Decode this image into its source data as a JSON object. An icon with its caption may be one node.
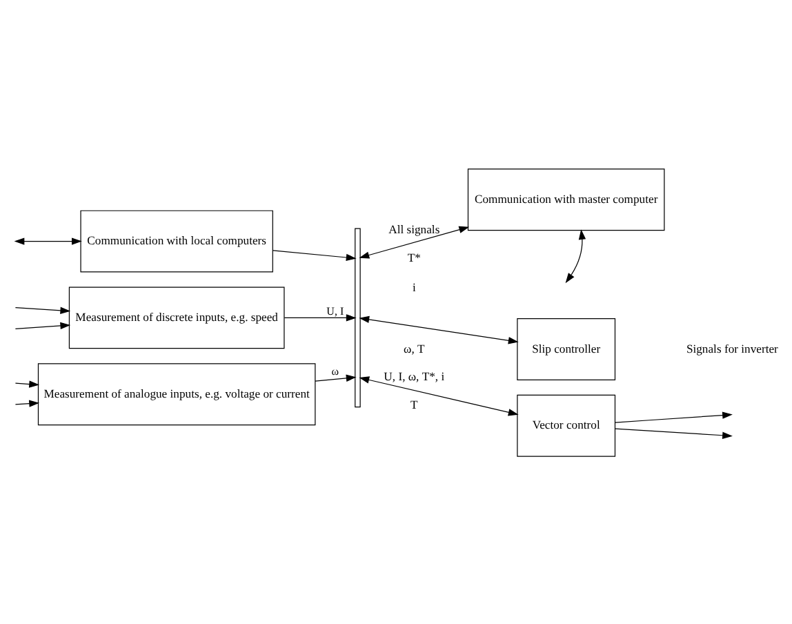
{
  "diagram": {
    "nodes": [
      {
        "text": [
          "Communication with local computers"
        ]
      },
      {
        "text": [],
        "shape": "bar"
      },
      {
        "text": [
          "Communication with master computer"
        ]
      },
      {
        "text": [
          "Measurement of discrete inputs, e.g. speed"
        ]
      },
      {
        "text": [
          "Slip controller"
        ]
      },
      {
        "text": [
          "Measurement of analogue inputs, e.g. voltage or current"
        ]
      },
      {
        "text": [
          "Vector control"
        ]
      }
    ],
    "edges": [
      {
        "from": null,
        "to": 0,
        "arrow": "both"
      },
      {
        "from": 0,
        "to": 1,
        "arrow": "to"
      },
      {
        "from": 1,
        "to": 2,
        "arrow": "both"
      },
      {
        "from": 2,
        "to": null,
        "arrow": "both"
      },
      {
        "from": null,
        "to": 3,
        "arrow": "to"
      },
      {
        "from": null,
        "to": 3,
        "arrow": "to"
      },
      {
        "from": 3,
        "to": 1,
        "arrow": "to",
        "label": "U, I"
      },
      {
        "from": 1,
        "to": 4,
        "arrow": "both"
      },
      {
        "from": null,
        "to": 5,
        "arrow": "to"
      },
      {
        "from": null,
        "to": 5,
        "arrow": "to"
      },
      {
        "from": 5,
        "to": 1,
        "arrow": "to",
        "label": "ω"
      },
      {
        "from": 1,
        "to": 6,
        "arrow": "both"
      },
      {
        "from": 6,
        "to": null,
        "arrow": "to"
      },
      {
        "from": 6,
        "to": null,
        "arrow": "to"
      }
    ],
    "labels": [
      "All signals",
      "T*",
      "ω, T",
      "i",
      "U, I, ω, T*, i",
      "T",
      "Signals for inverter"
    ]
  }
}
